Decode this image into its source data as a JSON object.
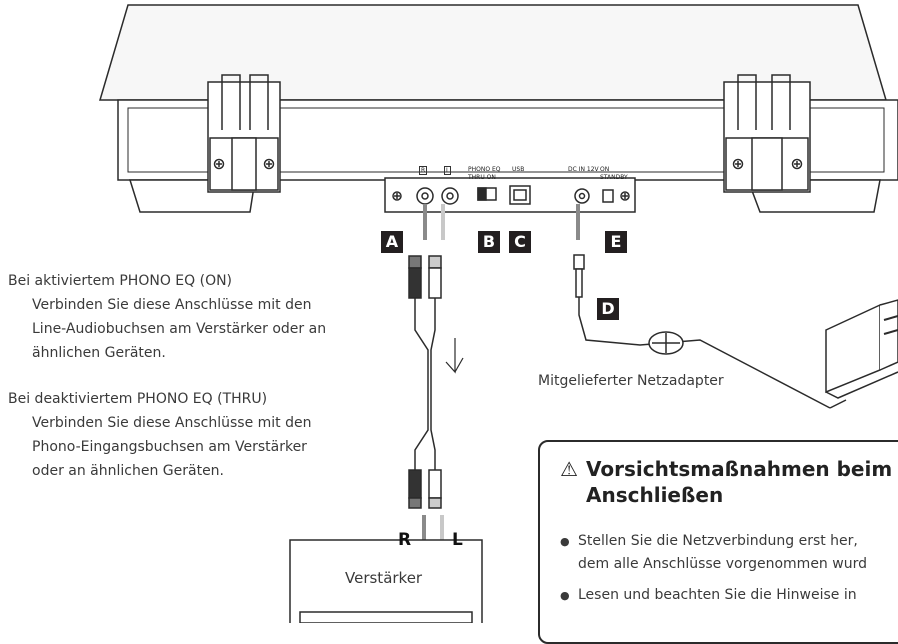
{
  "callouts": {
    "a": "A",
    "b": "B",
    "c": "C",
    "d": "D",
    "e": "E"
  },
  "panel_labels": {
    "r_jack": "R",
    "l_jack": "L",
    "phono_eq": "PHONO EQ",
    "thru_on": "THRU   ON",
    "usb": "USB",
    "dc_in": "DC IN 12V",
    "on_standby_1": "ON",
    "on_standby_2": "STANDBY"
  },
  "left_text": {
    "eq_on_heading": "Bei aktiviertem PHONO EQ (ON)",
    "eq_on_body": [
      "Verbinden Sie diese Anschlüsse mit den",
      "Line-Audiobuchsen am Verstärker oder an",
      "ähnlichen Geräten."
    ],
    "eq_thru_heading": "Bei deaktiviertem PHONO EQ (THRU)",
    "eq_thru_body": [
      "Verbinden Sie diese Anschlüsse mit den",
      "Phono-Eingangsbuchsen am Verstärker",
      "oder an ähnlichen Geräten."
    ]
  },
  "adapter_label": "Mitgelieferter Netzadapter",
  "amplifier": {
    "label": "Verstärker",
    "r": "R",
    "l": "L"
  },
  "caution": {
    "icon": "warning-triangle-icon",
    "icon_glyph": "⚠",
    "title_line1": "Vorsichtsmaßnahmen beim",
    "title_line2": "Anschließen",
    "bullet_glyph": "●",
    "bullets": [
      "Stellen Sie die Netzverbindung erst her,",
      "dem alle Anschlüsse vorgenommen wurd",
      "Lesen und beachten Sie die Hinweise in"
    ]
  }
}
